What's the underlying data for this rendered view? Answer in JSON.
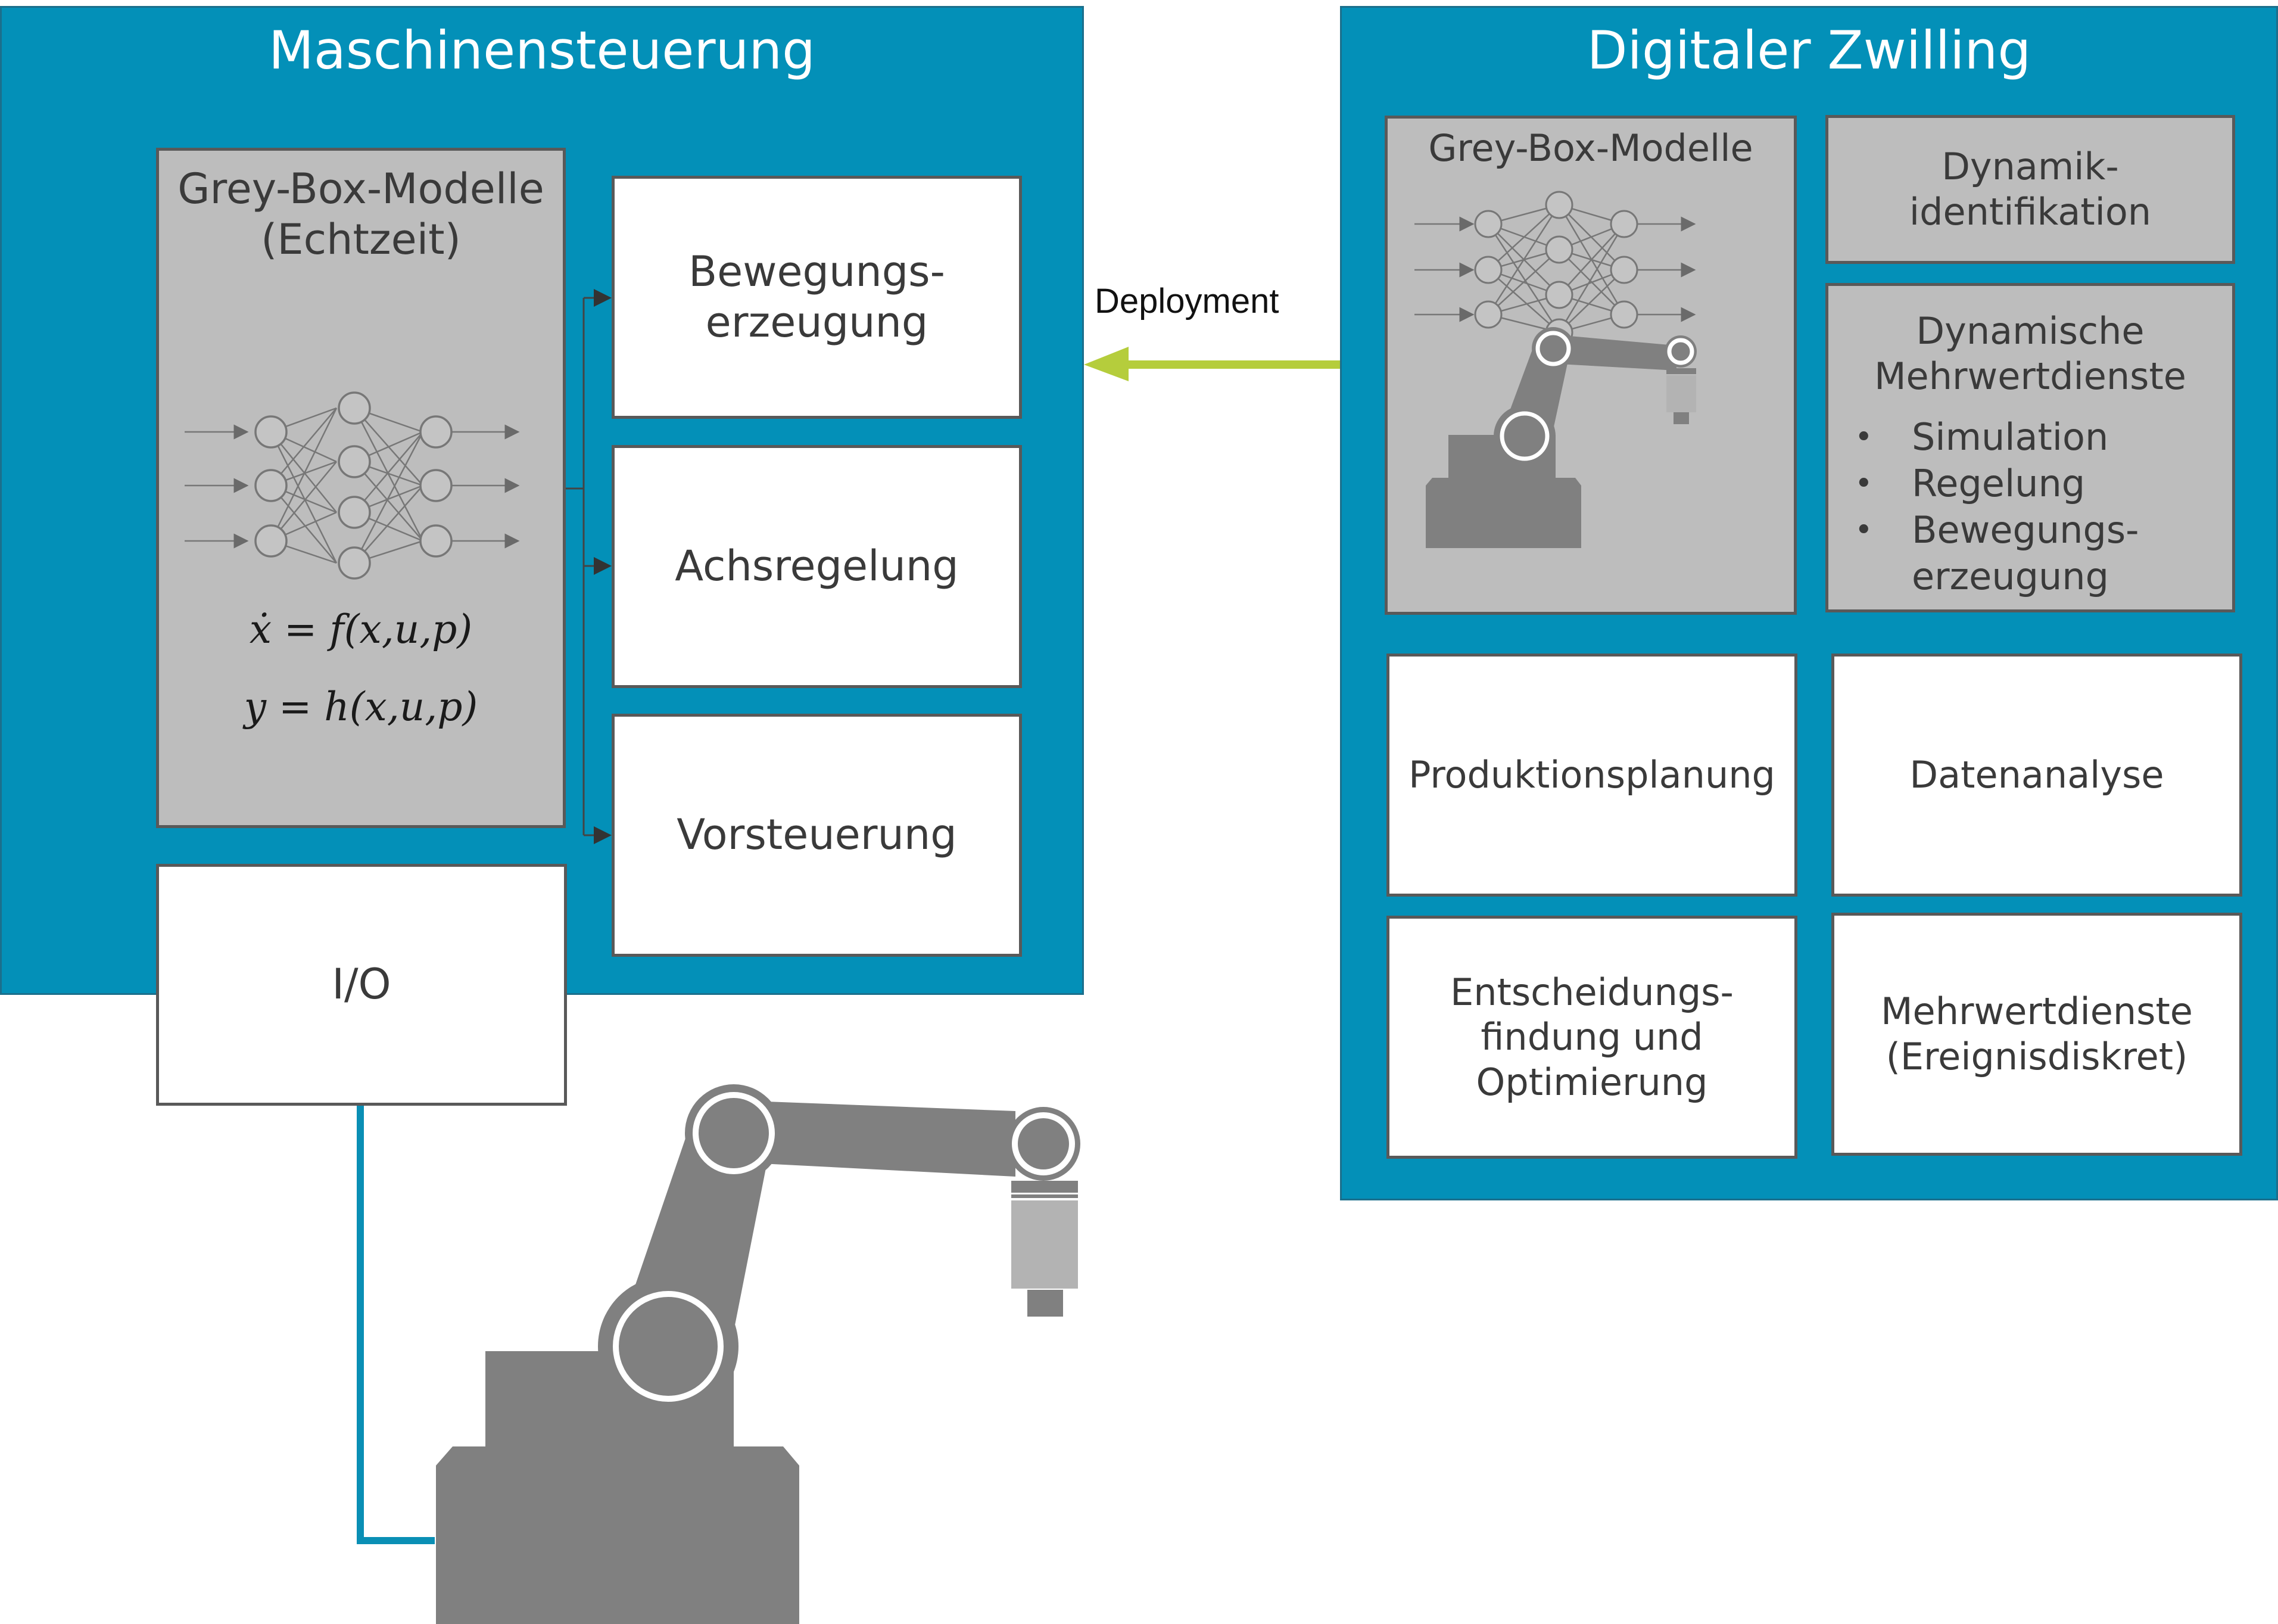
{
  "machine_control": {
    "title": "Maschinensteuerung",
    "greybox": {
      "line1": "Grey-Box-Modelle",
      "line2": "(Echtzeit)"
    },
    "formula1": "ẋ = f(x,u,p)",
    "formula2": "y = h(x,u,p)",
    "boxes": {
      "motion_line1": "Bewegungs-",
      "motion_line2": "erzeugung",
      "axis": "Achsregelung",
      "feedforward": "Vorsteuerung"
    },
    "io": "I/O"
  },
  "arrow_label": "Deployment",
  "digital_twin": {
    "title": "Digitaler Zwilling",
    "greybox_title": "Grey-Box-Modelle",
    "dyn_id_line1": "Dynamik-",
    "dyn_id_line2": "identifikation",
    "dyn_services": {
      "line1": "Dynamische",
      "line2": "Mehrwertdienste",
      "items": [
        "Simulation",
        "Regelung",
        "Bewegungs-",
        "erzeugung"
      ]
    },
    "production_planning": "Produktionsplanung",
    "data_analysis": "Datenanalyse",
    "decision_line1": "Entscheidungs-",
    "decision_line2": "findung und",
    "decision_line3": "Optimierung",
    "added_value_line1": "Mehrwertdienste",
    "added_value_line2": "(Ereignisdiskret)"
  },
  "colors": {
    "panel": "#0390b8",
    "panel_border": "#1b6f8c",
    "grey_box": "#bdbdbd",
    "robot": "#808080",
    "deployment_arrow": "#b5cd3c",
    "io_cable": "#0a8fb5"
  },
  "icons": [
    "neural-network-icon",
    "robot-arm-icon"
  ]
}
